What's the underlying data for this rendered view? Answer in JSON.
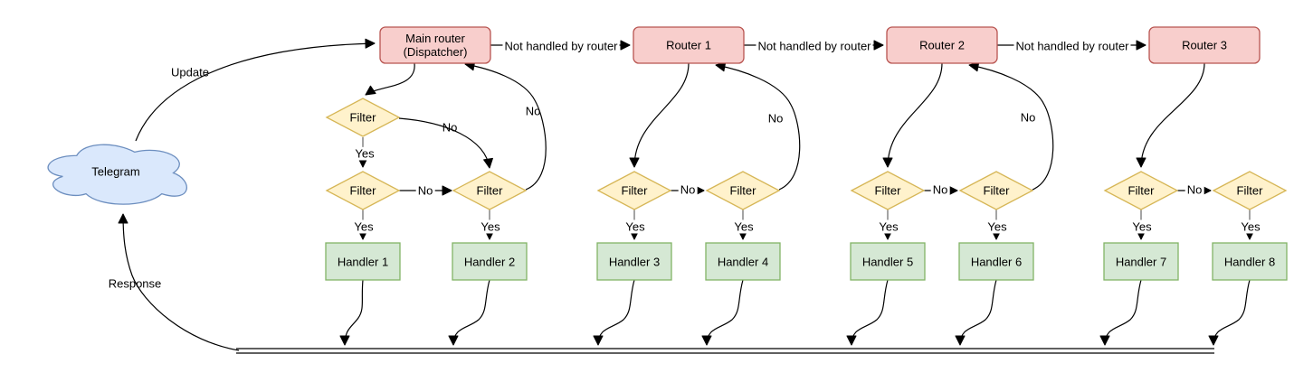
{
  "edge_labels": {
    "update": "Update",
    "response": "Response",
    "not_handled": "Not handled by router",
    "yes": "Yes",
    "no": "No"
  },
  "nodes": {
    "cloud": "Telegram",
    "dispatcher": {
      "line1": "Main router",
      "line2": "(Dispatcher)"
    },
    "routers": [
      "Router 1",
      "Router 2",
      "Router 3"
    ],
    "filter": "Filter",
    "handlers": [
      "Handler 1",
      "Handler 2",
      "Handler 3",
      "Handler 4",
      "Handler 5",
      "Handler 6",
      "Handler 7",
      "Handler 8"
    ]
  },
  "colors": {
    "router_fill": "#f8cecc",
    "router_stroke": "#b85450",
    "filter_fill": "#fff2cc",
    "filter_stroke": "#d6b656",
    "handler_fill": "#d5e8d4",
    "handler_stroke": "#82b366",
    "cloud_fill": "#dae8fc",
    "cloud_stroke": "#6c8ebf",
    "edge": "#000000"
  }
}
